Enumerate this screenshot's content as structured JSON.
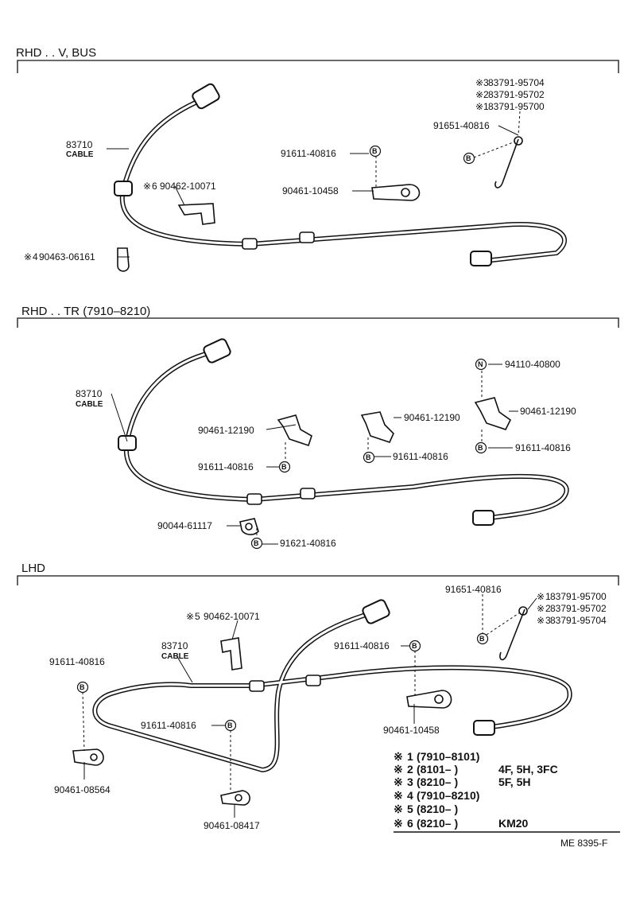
{
  "sections": [
    {
      "header": "RHD . . V, BUS",
      "labels": {
        "cable_no": "83710",
        "cable": "CABLE",
        "s3": "83791-95704",
        "s2": "83791-95702",
        "s1": "83791-95700",
        "clip_a": "91651-40816",
        "bolt_a": "91611-40816",
        "clamp_a": "90461-10458",
        "clip6": "90462-10071",
        "clip4": "90463-06161"
      },
      "marks": {
        "s3": "3",
        "s2": "2",
        "s1": "1",
        "clip6": "6",
        "clip4": "4"
      }
    },
    {
      "header": "RHD . . TR (7910–8210)",
      "labels": {
        "cable_no": "83710",
        "cable": "CABLE",
        "nut": "94110-40800",
        "clamp_a": "90461-12190",
        "clamp_b": "90461-12190",
        "clamp_c": "90461-12190",
        "bolt_a": "91611-40816",
        "bolt_b": "91611-40816",
        "bolt_c": "91611-40816",
        "clamp_d": "90044-61117",
        "bolt_d": "91621-40816"
      }
    },
    {
      "header": "LHD",
      "labels": {
        "clip_a": "91651-40816",
        "s1": "83791-95700",
        "s2": "83791-95702",
        "s3": "83791-95704",
        "clip5": "90462-10071",
        "cable_no": "83710",
        "cable": "CABLE",
        "bolt_a": "91611-40816",
        "bolt_b": "91611-40816",
        "bolt_c": "91611-40816",
        "clamp_a": "90461-10458",
        "clamp_b": "90461-08564",
        "clamp_c": "90461-08417"
      },
      "marks": {
        "s1": "1",
        "s2": "2",
        "s3": "3",
        "clip5": "5"
      }
    }
  ],
  "symbols": {
    "ref_mark": "※",
    "bolt": "B",
    "nut": "N"
  },
  "notes": [
    {
      "num": "1",
      "range": "(7910–8101)",
      "suffix": ""
    },
    {
      "num": "2",
      "range": "(8101–        )",
      "suffix": "4F, 5H, 3FC"
    },
    {
      "num": "3",
      "range": "(8210–        )",
      "suffix": "5F, 5H"
    },
    {
      "num": "4",
      "range": "(7910–8210)",
      "suffix": ""
    },
    {
      "num": "5",
      "range": "(8210–        )",
      "suffix": ""
    },
    {
      "num": "6",
      "range": "(8210–        )",
      "suffix": "KM20"
    }
  ],
  "figure_code": "ME  8395-F"
}
